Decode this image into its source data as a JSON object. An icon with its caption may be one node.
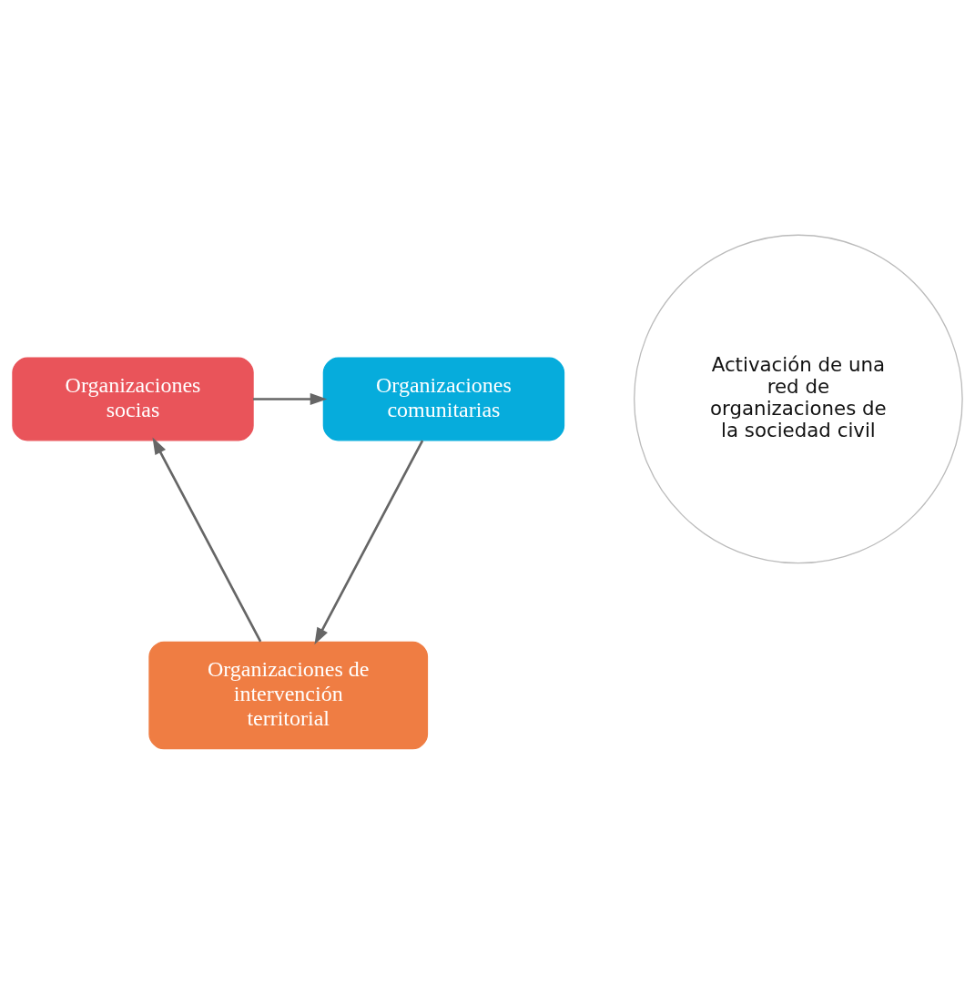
{
  "diagram": {
    "nodes": [
      {
        "text": [
          "Organizaciones socias"
        ]
      },
      {
        "text": [
          "Organizaciones comunitarias"
        ]
      },
      {
        "text": [
          "Activación de una red de organizaciones de la sociedad civil"
        ]
      },
      {
        "text": [
          "Organizaciones de intervención territorial"
        ]
      }
    ],
    "edges": [
      {
        "from": 0,
        "to": 1,
        "arrow": "to"
      },
      {
        "from": 1,
        "to": 3,
        "arrow": "to"
      },
      {
        "from": 3,
        "to": 0,
        "arrow": "to"
      }
    ]
  }
}
